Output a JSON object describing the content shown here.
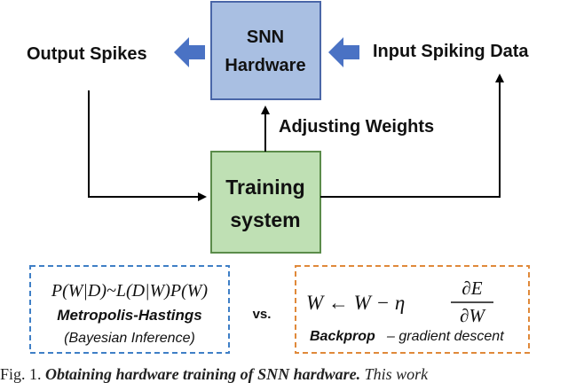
{
  "boxes": {
    "snn_hardware": {
      "line1": "SNN",
      "line2": "Hardware",
      "fill": "#a9bfe2",
      "stroke": "#4a66a8"
    },
    "training_system": {
      "line1": "Training",
      "line2": "system",
      "fill": "#bfe0b4",
      "stroke": "#5b8c4a"
    }
  },
  "labels": {
    "output_spikes": "Output Spikes",
    "input_spiking_data": "Input Spiking Data",
    "adjusting_weights": "Adjusting Weights"
  },
  "arrow_color": "#4a72c4",
  "bayesian_panel": {
    "formula": "P(W|D)~L(D|W)P(W)",
    "method": "Metropolis-Hastings",
    "note": "(Bayesian Inference)",
    "border_color": "#3f7fc6"
  },
  "versus": "vs.",
  "backprop_panel": {
    "formula_lhs": "W ← W − η",
    "numerator": "∂E",
    "denominator": "∂W",
    "method": "Backprop",
    "note": "– gradient descent",
    "border_color": "#e0893a"
  },
  "caption": {
    "lead": "Fig. 1.",
    "title": "Obtaining hardware training of SNN hardware.",
    "tail": "This work"
  }
}
